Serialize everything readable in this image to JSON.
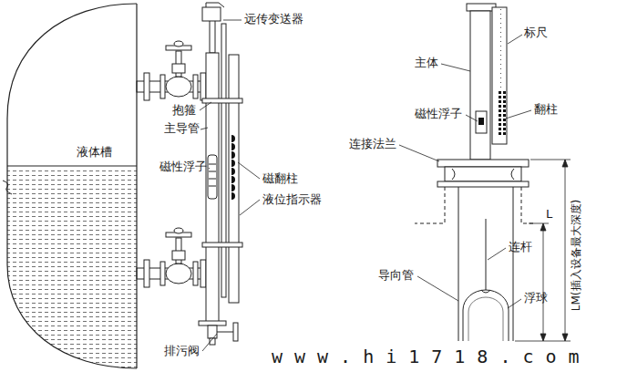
{
  "diagram": {
    "nodes": [
      {
        "text": [
          "液体槽"
        ]
      }
    ],
    "labels": [
      "远传变送器",
      "抱箍",
      "主导管",
      "磁性浮子",
      "磁翻柱",
      "液位指示器",
      "排污阀",
      "标尺",
      "主体",
      "磁性浮子",
      "翻柱",
      "连接法兰",
      "导向管",
      "连杆",
      "浮球",
      "L",
      "LM(插入设备最大深度)",
      "www.hi1718.com"
    ]
  }
}
